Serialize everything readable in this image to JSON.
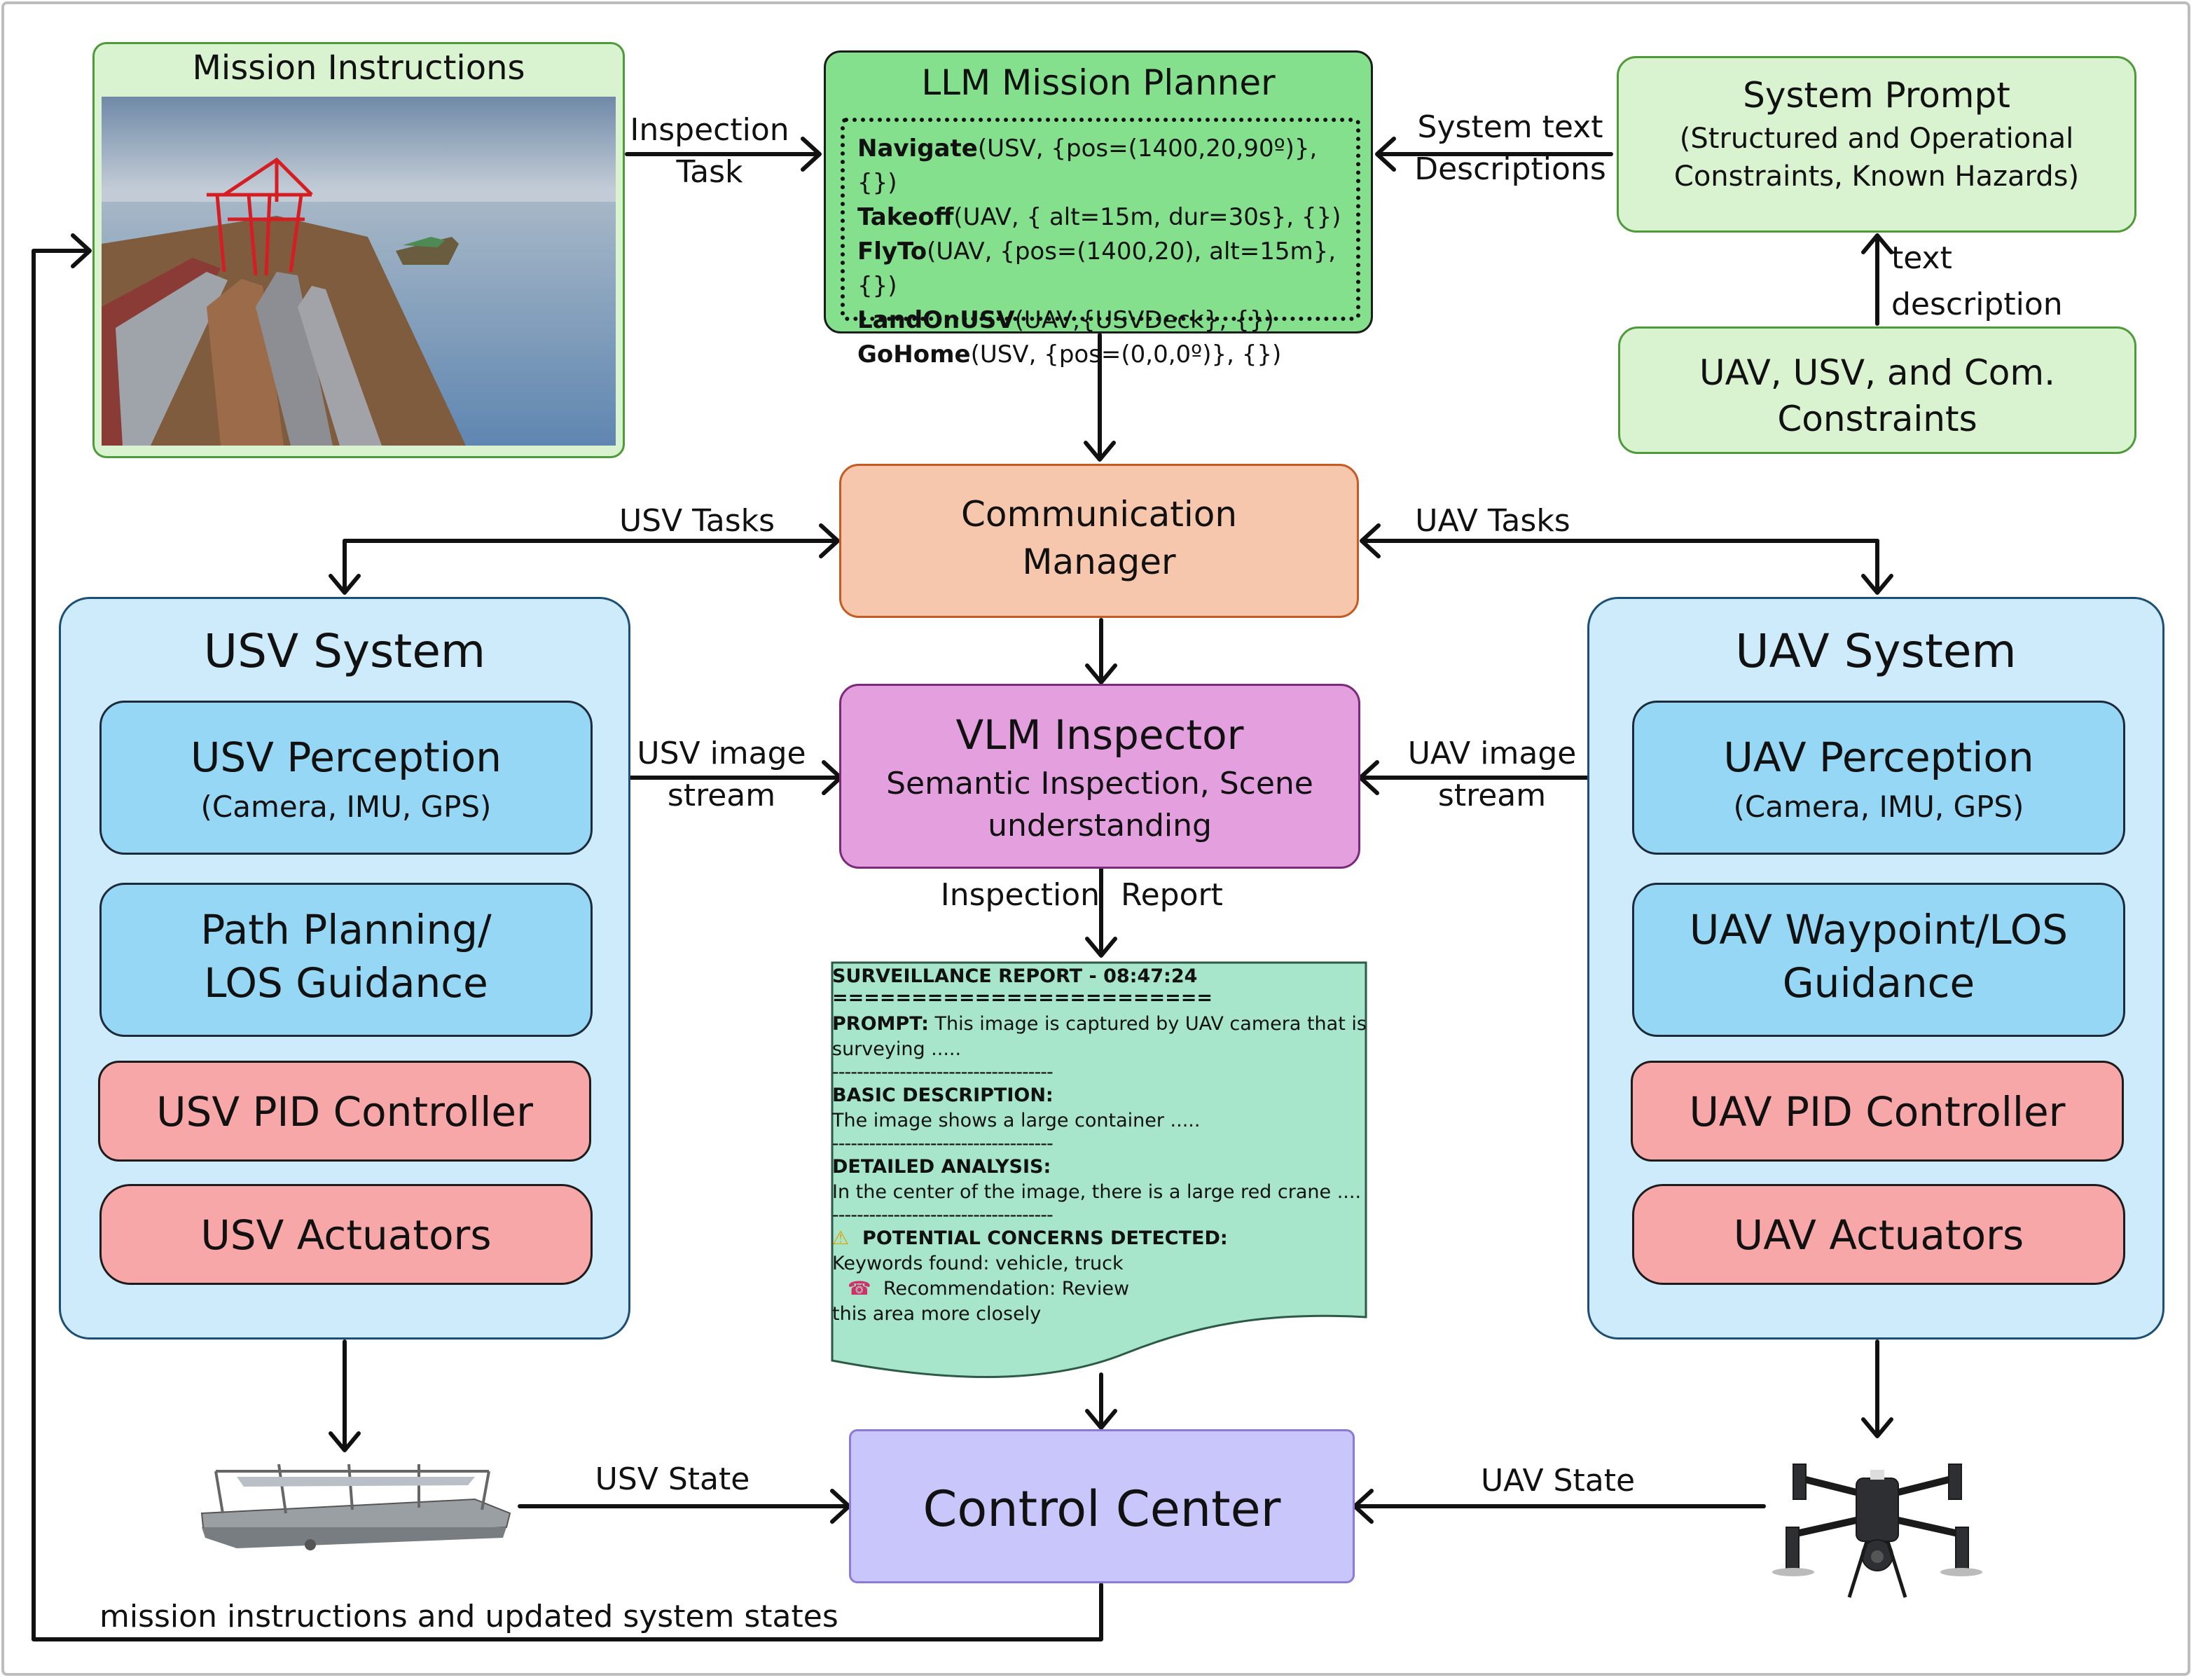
{
  "mission_instructions": {
    "title": "Mission Instructions"
  },
  "llm_planner": {
    "title": "LLM Mission Planner",
    "commands": [
      {
        "name": "Navigate",
        "args": "(USV, {pos=(1400,20,90º)}, {})"
      },
      {
        "name": "Takeoff",
        "args": "(UAV, { alt=15m, dur=30s}, {})"
      },
      {
        "name": "FlyTo",
        "args": "(UAV, {pos=(1400,20), alt=15m}, {})"
      },
      {
        "name": "LandOnUSV",
        "args": "(UAV,{USVDeck}, {})"
      },
      {
        "name": "GoHome",
        "args": "(USV, {pos=(0,0,0º)}, {})"
      }
    ]
  },
  "system_prompt": {
    "title": "System Prompt",
    "line1": "(Structured and Operational",
    "line2": "Constraints, Known Hazards)"
  },
  "constraints": {
    "line1": "UAV, USV, and Com.",
    "line2": "Constraints"
  },
  "communication_manager": {
    "line1": "Communication",
    "line2": "Manager"
  },
  "vlm_inspector": {
    "title": "VLM Inspector",
    "line1": "Semantic Inspection, Scene",
    "line2": "understanding"
  },
  "usv_system": {
    "title": "USV System",
    "perception": "USV Perception",
    "perception_sub": "(Camera, IMU, GPS)",
    "planning_line1": "Path Planning/",
    "planning_line2": "LOS Guidance",
    "pid": "USV PID Controller",
    "actuators": "USV Actuators"
  },
  "uav_system": {
    "title": "UAV System",
    "perception": "UAV Perception",
    "perception_sub": "(Camera, IMU, GPS)",
    "guidance_line1": "UAV Waypoint/LOS",
    "guidance_line2": "Guidance",
    "pid": "UAV PID Controller",
    "actuators": "UAV Actuators"
  },
  "control_center": {
    "title": "Control Center"
  },
  "report": {
    "header": "SURVEILLANCE REPORT - 08:47:24",
    "rule": "========================",
    "prompt_label": "PROMPT:",
    "prompt_text": " This image is captured by UAV camera that is",
    "prompt_text2": "surveying .....",
    "dash": "------------------------------------",
    "basic_label": "BASIC DESCRIPTION:",
    "basic_text": "The image shows a large container .....",
    "detailed_label": "DETAILED ANALYSIS:",
    "detailed_text": "In the center of the image, there is a large red crane ....",
    "concerns_label": "POTENTIAL CONCERNS DETECTED:",
    "keywords": "Keywords found: vehicle, truck",
    "recommendation": "Recommendation: Review",
    "recommendation2": "this area more closely"
  },
  "edge_labels": {
    "inspection_task_1": "Inspection",
    "inspection_task_2": "Task",
    "system_text_1": "System text",
    "system_text_2": "Descriptions",
    "text_desc_1": "text",
    "text_desc_2": "description",
    "usv_tasks": "USV Tasks",
    "uav_tasks": "UAV Tasks",
    "usv_image_1": "USV image",
    "usv_image_2": "stream",
    "uav_image_1": "UAV image",
    "uav_image_2": "stream",
    "inspection_report_1": "Inspection",
    "inspection_report_2": "Report",
    "usv_state": "USV State",
    "uav_state": "UAV State",
    "feedback": "mission instructions and updated system states"
  },
  "icons": [
    "harbor-scene-image",
    "usv-vessel-icon",
    "uav-drone-icon",
    "warning-icon",
    "phone-icon"
  ]
}
